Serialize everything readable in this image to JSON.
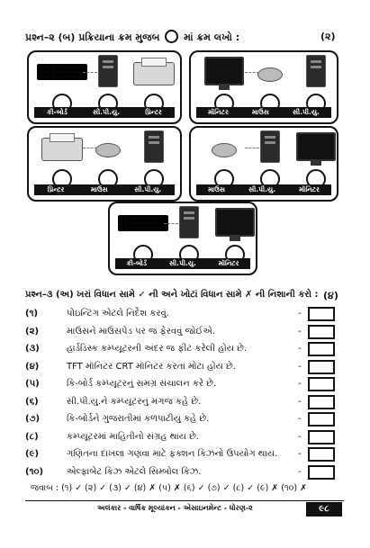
{
  "q2": {
    "number": "પ્રશ્ન–૨",
    "part": "(બ)",
    "instruction_before": "પ્રક્રિયાના ક્રમ મુજબ",
    "instruction_after": "માં ક્રમ લખો :",
    "marks": "(૨)",
    "groups": [
      {
        "items": [
          {
            "device": "keyboard",
            "label": "કી-બોર્ડ"
          },
          {
            "device": "cpu",
            "label": "સી.પી.યુ."
          },
          {
            "device": "printer",
            "label": "પ્રિન્ટર"
          }
        ]
      },
      {
        "items": [
          {
            "device": "monitor",
            "label": "મૉનિટર"
          },
          {
            "device": "mouse",
            "label": "માઉસ"
          },
          {
            "device": "cpu",
            "label": "સી.પી.યુ."
          }
        ]
      },
      {
        "items": [
          {
            "device": "printer",
            "label": "પ્રિન્ટર"
          },
          {
            "device": "mouse",
            "label": "માઉસ"
          },
          {
            "device": "cpu",
            "label": "સી.પી.યુ."
          }
        ]
      },
      {
        "items": [
          {
            "device": "mouse",
            "label": "માઉસ"
          },
          {
            "device": "cpu",
            "label": "સી.પી.યુ."
          },
          {
            "device": "monitor",
            "label": "મૉનિટર"
          }
        ]
      },
      {
        "items": [
          {
            "device": "keyboard",
            "label": "કી-બોર્ડ"
          },
          {
            "device": "cpu",
            "label": "સી.પી.યુ."
          },
          {
            "device": "monitor",
            "label": "મૉનિટર"
          }
        ]
      }
    ]
  },
  "q3": {
    "number": "પ્રશ્ન–૩",
    "part": "(અ)",
    "instruction": "ખરાં વિધાન સામે ✓ ની અને ખોટાં વિધાન સામે ✗ ની નિશાની કરો :",
    "marks": "(૪)",
    "statements": [
      {
        "num": "(૧)",
        "text": "પોઇન્ટિંગ એટલે નિર્દેશ કરવું."
      },
      {
        "num": "(૨)",
        "text": "માઉસને માઉસપેડ પર જ ફેરવવું જોઈએ."
      },
      {
        "num": "(૩)",
        "text": "હાર્ડડિસ્ક કમ્પ્યૂટરની અંદર જ ફીટ કરેલી હોય છે."
      },
      {
        "num": "(૪)",
        "text": "TFT મૉનિટર CRT મૉનિટર કરતાં મોટા હોય છે."
      },
      {
        "num": "(૫)",
        "text": "કિ-બોર્ડ કમ્પ્યૂટરનું સમગ્ર સંચાલન કરે છે."
      },
      {
        "num": "(૬)",
        "text": "સી.પી.યુ.ને કમ્પ્યૂટરનું મગજ કહે છે."
      },
      {
        "num": "(૭)",
        "text": "કિ-બોર્ડને ગુજરાતીમાં કળપાટીયું કહે છે."
      },
      {
        "num": "(૮)",
        "text": "કમ્પ્યૂટરમાં માહિતીનો સંગ્રહ થાય છે."
      },
      {
        "num": "(૯)",
        "text": "ગણિતના દાખલા ગણવા માટે ફંક્શન કિઝનો ઉપયોગ થાય."
      },
      {
        "num": "(૧૦)",
        "text": "એલ્ફાબેટ કિઝ એટલે સિમ્બોલ કિઝ."
      }
    ],
    "dash": "-",
    "answer": "જવાબ : (૧) ✓ (૨) ✓ (૩) ✓ (૪) ✗ (૫) ✗ (૬) ✓ (૭) ✓ (૮) ✓ (૯) ✗ (૧૦) ✗"
  },
  "footer": {
    "text": "અલંકાર - વાર્ષિક મૂલ્યાંકન - એસાઇનમેન્ટ - ધોરણ-૨",
    "page": "૯૮"
  }
}
